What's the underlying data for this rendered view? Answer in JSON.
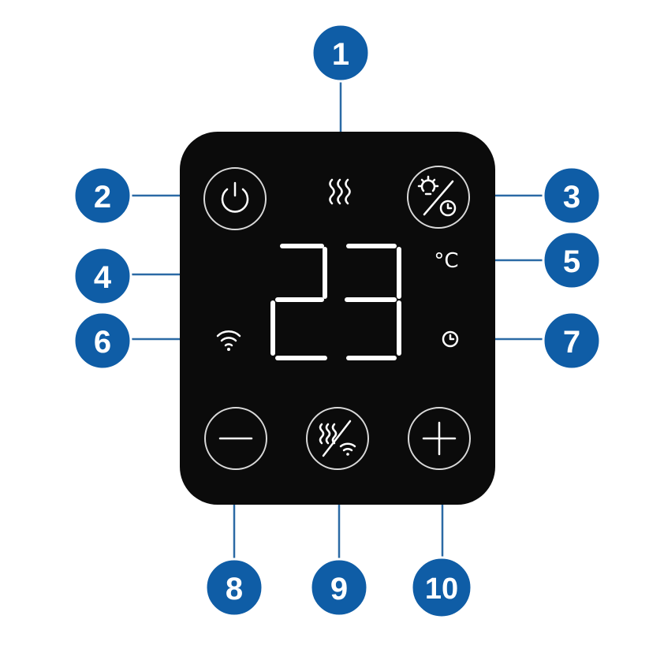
{
  "display": {
    "temperature": "23",
    "unit": "°C"
  },
  "callouts": [
    "1",
    "2",
    "3",
    "4",
    "5",
    "6",
    "7",
    "8",
    "9",
    "10"
  ],
  "colors": {
    "callout_fill": "#0f5da6",
    "lead_line": "#2b6aa5",
    "panel": "#0b0b0b",
    "glyph": "#ffffff"
  },
  "icons": {
    "heat_indicator": "heat-waves-icon",
    "power_button": "power-icon",
    "light_timer_button": "light-timer-icon",
    "wifi_indicator": "wifi-icon",
    "timer_indicator": "clock-icon",
    "minus_button": "minus-icon",
    "heat_wifi_button": "heat-wifi-icon",
    "plus_button": "plus-icon"
  }
}
